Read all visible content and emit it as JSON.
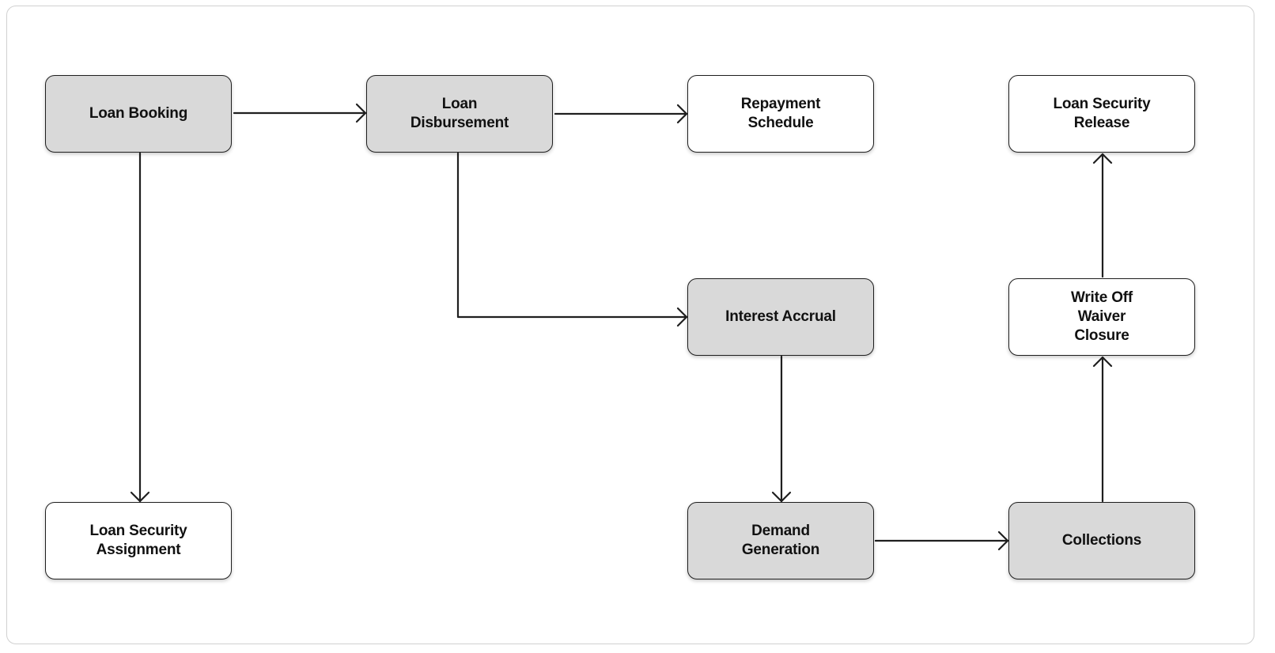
{
  "diagram": {
    "nodes": {
      "loan_booking": "Loan Booking",
      "loan_disbursement": "Loan\nDisbursement",
      "repayment_schedule": "Repayment\nSchedule",
      "loan_security_release": "Loan Security\nRelease",
      "interest_accrual": "Interest Accrual",
      "write_off": "Write Off\nWaiver\nClosure",
      "loan_security_assignment": "Loan Security\nAssignment",
      "demand_generation": "Demand\nGeneration",
      "collections": "Collections"
    },
    "edges": [
      {
        "from": "Loan Booking",
        "to": "Loan Disbursement"
      },
      {
        "from": "Loan Disbursement",
        "to": "Repayment Schedule"
      },
      {
        "from": "Loan Booking",
        "to": "Loan Security Assignment"
      },
      {
        "from": "Loan Disbursement",
        "to": "Interest Accrual"
      },
      {
        "from": "Interest Accrual",
        "to": "Demand Generation"
      },
      {
        "from": "Demand Generation",
        "to": "Collections"
      },
      {
        "from": "Collections",
        "to": "Write Off Waiver Closure"
      },
      {
        "from": "Write Off Waiver Closure",
        "to": "Loan Security Release"
      }
    ],
    "colors": {
      "filled_node": "#d9d9d9",
      "plain_node": "#ffffff",
      "stroke": "#1f1f1f"
    }
  }
}
